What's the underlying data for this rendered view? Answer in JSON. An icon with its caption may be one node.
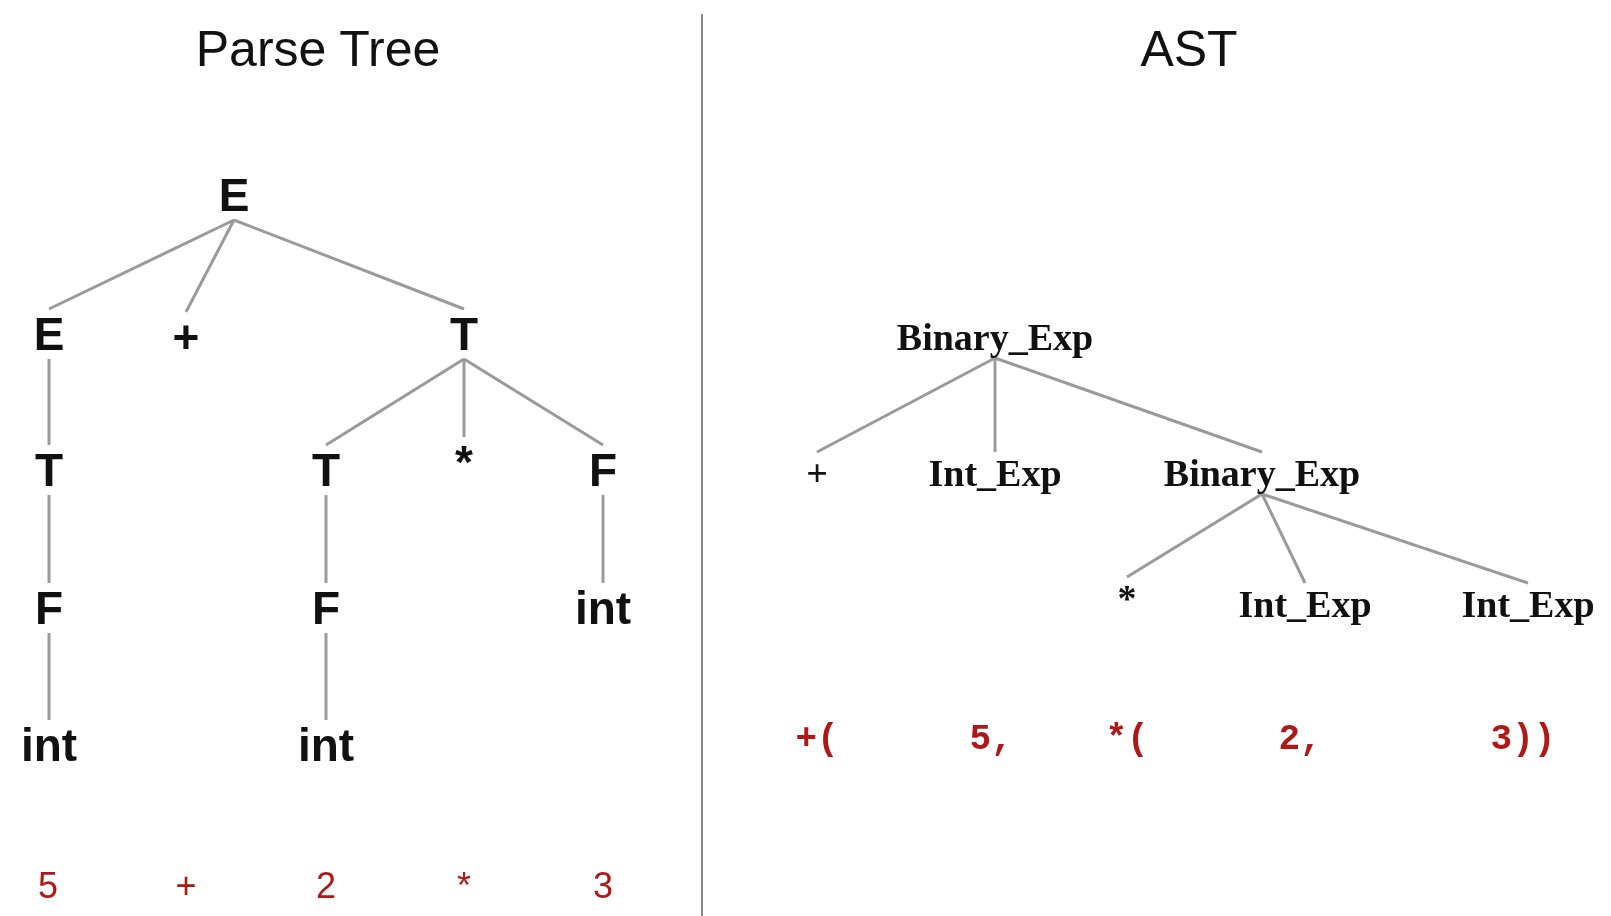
{
  "diagram": {
    "nodes": [
      {
        "text": [
          "E"
        ]
      },
      {
        "text": [
          "E"
        ]
      },
      {
        "text": [
          "+"
        ]
      },
      {
        "text": [
          "T"
        ]
      },
      {
        "text": [
          "T"
        ]
      },
      {
        "text": [
          "T"
        ]
      },
      {
        "text": [
          "*"
        ]
      },
      {
        "text": [
          "F"
        ]
      },
      {
        "text": [
          "F"
        ]
      },
      {
        "text": [
          "F"
        ]
      },
      {
        "text": [
          "int"
        ]
      },
      {
        "text": [
          "int"
        ]
      },
      {
        "text": [
          "int"
        ]
      },
      {
        "text": [
          "Binary_Exp"
        ]
      },
      {
        "text": [
          "+"
        ]
      },
      {
        "text": [
          "Int_Exp"
        ]
      },
      {
        "text": [
          "Binary_Exp"
        ]
      },
      {
        "text": [
          "*"
        ]
      },
      {
        "text": [
          "Int_Exp"
        ]
      },
      {
        "text": [
          "Int_Exp"
        ]
      }
    ],
    "edges": [
      {
        "from": 0,
        "to": 1,
        "arrow": "none"
      },
      {
        "from": 0,
        "to": 2,
        "arrow": "none"
      },
      {
        "from": 0,
        "to": 3,
        "arrow": "none"
      },
      {
        "from": 1,
        "to": 4,
        "arrow": "none"
      },
      {
        "from": 3,
        "to": 5,
        "arrow": "none"
      },
      {
        "from": 3,
        "to": 6,
        "arrow": "none"
      },
      {
        "from": 3,
        "to": 7,
        "arrow": "none"
      },
      {
        "from": 4,
        "to": 8,
        "arrow": "none"
      },
      {
        "from": 5,
        "to": 9,
        "arrow": "none"
      },
      {
        "from": 7,
        "to": 10,
        "arrow": "none"
      },
      {
        "from": 8,
        "to": 11,
        "arrow": "none"
      },
      {
        "from": 9,
        "to": 12,
        "arrow": "none"
      },
      {
        "from": 13,
        "to": 14,
        "arrow": "none"
      },
      {
        "from": 13,
        "to": 15,
        "arrow": "none"
      },
      {
        "from": 13,
        "to": 16,
        "arrow": "none"
      },
      {
        "from": 16,
        "to": 17,
        "arrow": "none"
      },
      {
        "from": 16,
        "to": 18,
        "arrow": "none"
      },
      {
        "from": 16,
        "to": 19,
        "arrow": "none"
      }
    ],
    "labels": [
      "Parse Tree",
      "AST",
      "5",
      "+",
      "2",
      "*",
      "3",
      "+(",
      "5,",
      "*(",
      "2,",
      "3))"
    ]
  }
}
